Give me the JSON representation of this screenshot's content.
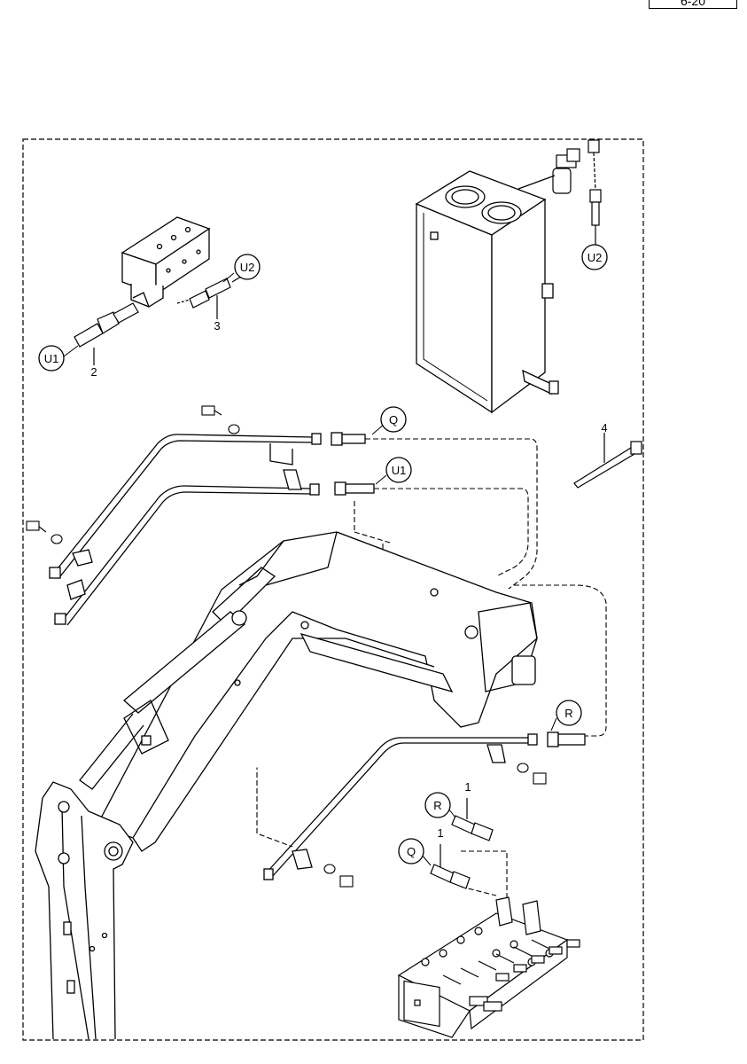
{
  "page": {
    "reference": "6-20"
  },
  "callouts": {
    "u1_left": "U1",
    "u2_top": "U2",
    "u2_right": "U2",
    "q_top": "Q",
    "u1_mid": "U1",
    "r_right": "R",
    "r_lower": "R",
    "q_lower": "Q"
  },
  "part_numbers": {
    "p2": "2",
    "p3": "3",
    "p4": "4",
    "p1_upper": "1",
    "p1_lower": "1"
  },
  "colors": {
    "line": "#000000",
    "background": "#ffffff"
  }
}
